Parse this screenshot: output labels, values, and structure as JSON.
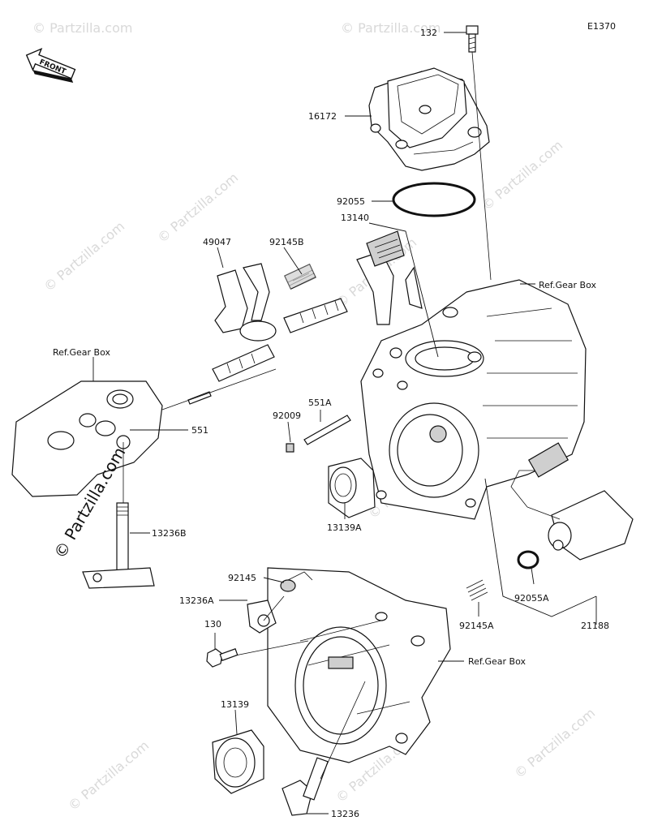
{
  "diagram_code": "E1370",
  "front_marker": "FRONT",
  "copyright_notice": "© Partzilla.com",
  "watermark_text": "© Partzilla.com",
  "parts": [
    {
      "id": "p132",
      "label": "132"
    },
    {
      "id": "p16172",
      "label": "16172"
    },
    {
      "id": "p92055",
      "label": "92055"
    },
    {
      "id": "p13140",
      "label": "13140"
    },
    {
      "id": "p49047",
      "label": "49047"
    },
    {
      "id": "p92145B",
      "label": "92145B"
    },
    {
      "id": "pRefGearBox1",
      "label": "Ref.Gear Box"
    },
    {
      "id": "pRefGearBox2",
      "label": "Ref.Gear Box"
    },
    {
      "id": "p551A",
      "label": "551A"
    },
    {
      "id": "p92009",
      "label": "92009"
    },
    {
      "id": "p551",
      "label": "551"
    },
    {
      "id": "p13139A",
      "label": "13139A"
    },
    {
      "id": "p13236B",
      "label": "13236B"
    },
    {
      "id": "p92145",
      "label": "92145"
    },
    {
      "id": "p13236A",
      "label": "13236A"
    },
    {
      "id": "p130",
      "label": "130"
    },
    {
      "id": "p92055A",
      "label": "92055A"
    },
    {
      "id": "p92145A",
      "label": "92145A"
    },
    {
      "id": "p21188",
      "label": "21188"
    },
    {
      "id": "pRefGearBox3",
      "label": "Ref.Gear Box"
    },
    {
      "id": "p13139",
      "label": "13139"
    },
    {
      "id": "p13236",
      "label": "13236"
    }
  ],
  "colors": {
    "ink": "#111111",
    "watermark": "#d9d9d9",
    "background": "#ffffff"
  }
}
